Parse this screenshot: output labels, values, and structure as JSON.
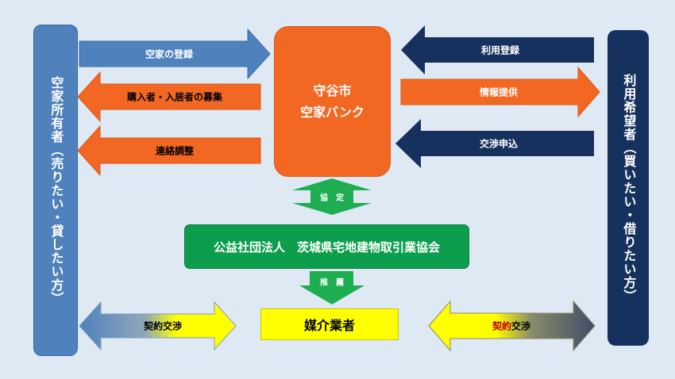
{
  "owner_box": {
    "label": "空家所有者（売りたい・貸したい方）"
  },
  "user_box": {
    "label": "利用希望者（買いたい・借りたい方）"
  },
  "bank_box": {
    "line1": "守谷市",
    "line2": "空家バンク"
  },
  "association_box": {
    "label": "公益社団法人　茨城県宅地建物取引業協会"
  },
  "broker_box": {
    "label": "媒介業者"
  },
  "arrows": {
    "owner_register": "空家の登録",
    "recruit_buyers": "購入者・入居者の募集",
    "liaison": "連絡調整",
    "user_register": "利用登録",
    "info_provide": "情報提供",
    "negotiation_request": "交渉申込",
    "agreement": "協　定",
    "recommend": "推　薦",
    "contract_left": "契約交渉",
    "contract_right_part1": "契約",
    "contract_right_part2": "交渉"
  },
  "colors": {
    "background": "#dfe9f4",
    "owner_blue": "#4f81bd",
    "user_navy": "#17315f",
    "orange": "#f26722",
    "green": "#0c9e4c",
    "yellow": "#ffff00"
  }
}
